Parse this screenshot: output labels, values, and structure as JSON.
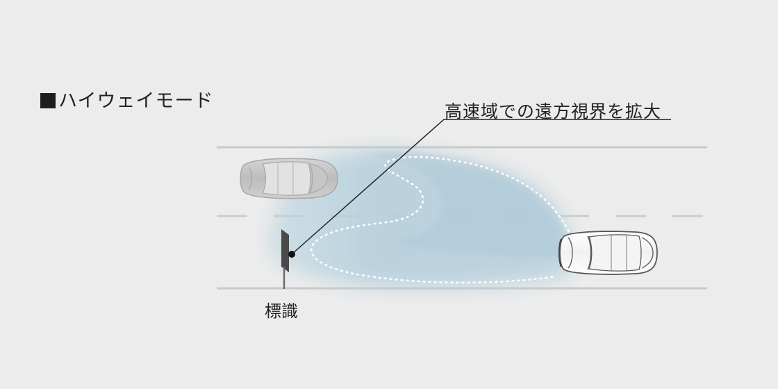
{
  "title": "■ハイウェイモード",
  "callout": "高速域での遠方視界を拡大",
  "sign_label": "標識",
  "colors": {
    "background": "#ececec",
    "road_line": "#c9c9c9",
    "beam": "#b5cfdc",
    "beam_outline": "#ffffff",
    "leader_line": "#222222"
  },
  "icons": {
    "oncoming_car": "car-top-view-icon",
    "own_car": "car-top-view-icon",
    "sign": "road-sign-icon"
  }
}
